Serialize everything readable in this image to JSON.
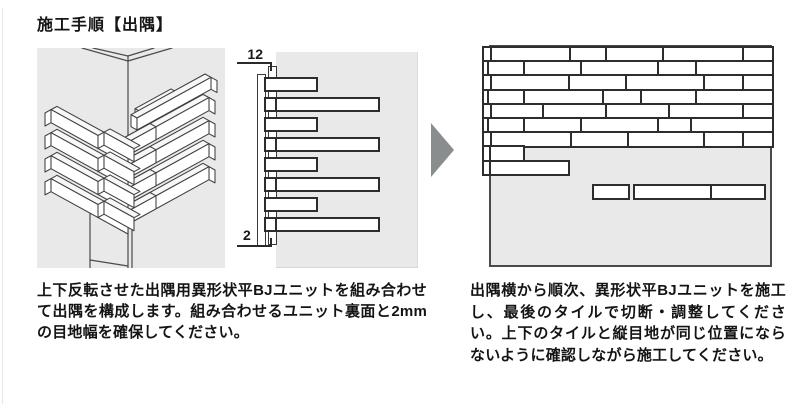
{
  "title": "施工手順【出隅】",
  "captions": {
    "left": "上下反転させた出隅用異形状平BJユニットを組み合わせて出隅を構成します。組み合わせるユニット裏面と2mmの目地幅を確保してください。",
    "right": "出隅横から順次、異形状平BJユニットを施工し、最後のタイルで切断・調整してください。上下のタイルと縦目地が同じ位置にならないように確認しながら施工してください。"
  },
  "middle_diagram": {
    "dim_top": "12",
    "dim_bottom": "2",
    "rows": [
      "short",
      "long",
      "short",
      "long",
      "short",
      "long",
      "short",
      "long"
    ],
    "short_width": 54,
    "long_sliver_width": 13,
    "long_width": 105,
    "row_pitch": 20
  },
  "right_diagram": {
    "rows": [
      [
        8,
        79,
        36,
        57,
        80,
        30
      ],
      [
        5,
        36,
        57,
        77,
        38,
        77
      ],
      [
        8,
        78,
        57,
        78,
        39,
        30
      ],
      [
        5,
        36,
        79,
        38,
        55,
        77
      ],
      [
        8,
        52,
        63,
        63,
        74,
        30
      ],
      [
        5,
        36,
        57,
        77,
        33,
        82
      ],
      [
        8,
        80,
        57,
        76,
        39,
        30
      ]
    ],
    "partial_rows": [
      [
        7,
        34
      ],
      [
        7,
        79
      ]
    ],
    "loose_bricks": [
      36,
      77,
      54
    ]
  },
  "colors": {
    "panel_gray": "#e9e9e9",
    "line_dark": "#2d2d2d",
    "wall_border": "#4a4a4a",
    "arrow_gray": "#8a8d8d"
  }
}
